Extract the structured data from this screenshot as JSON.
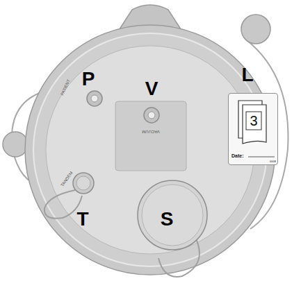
{
  "diagram": {
    "nodes": [
      {
        "text": [
          "3",
          "Date:",
          "0008"
        ]
      }
    ],
    "labels": [
      "P",
      "V",
      "L",
      "S",
      "T",
      "PATIENT",
      "VACUUM",
      "TANDEM"
    ]
  }
}
